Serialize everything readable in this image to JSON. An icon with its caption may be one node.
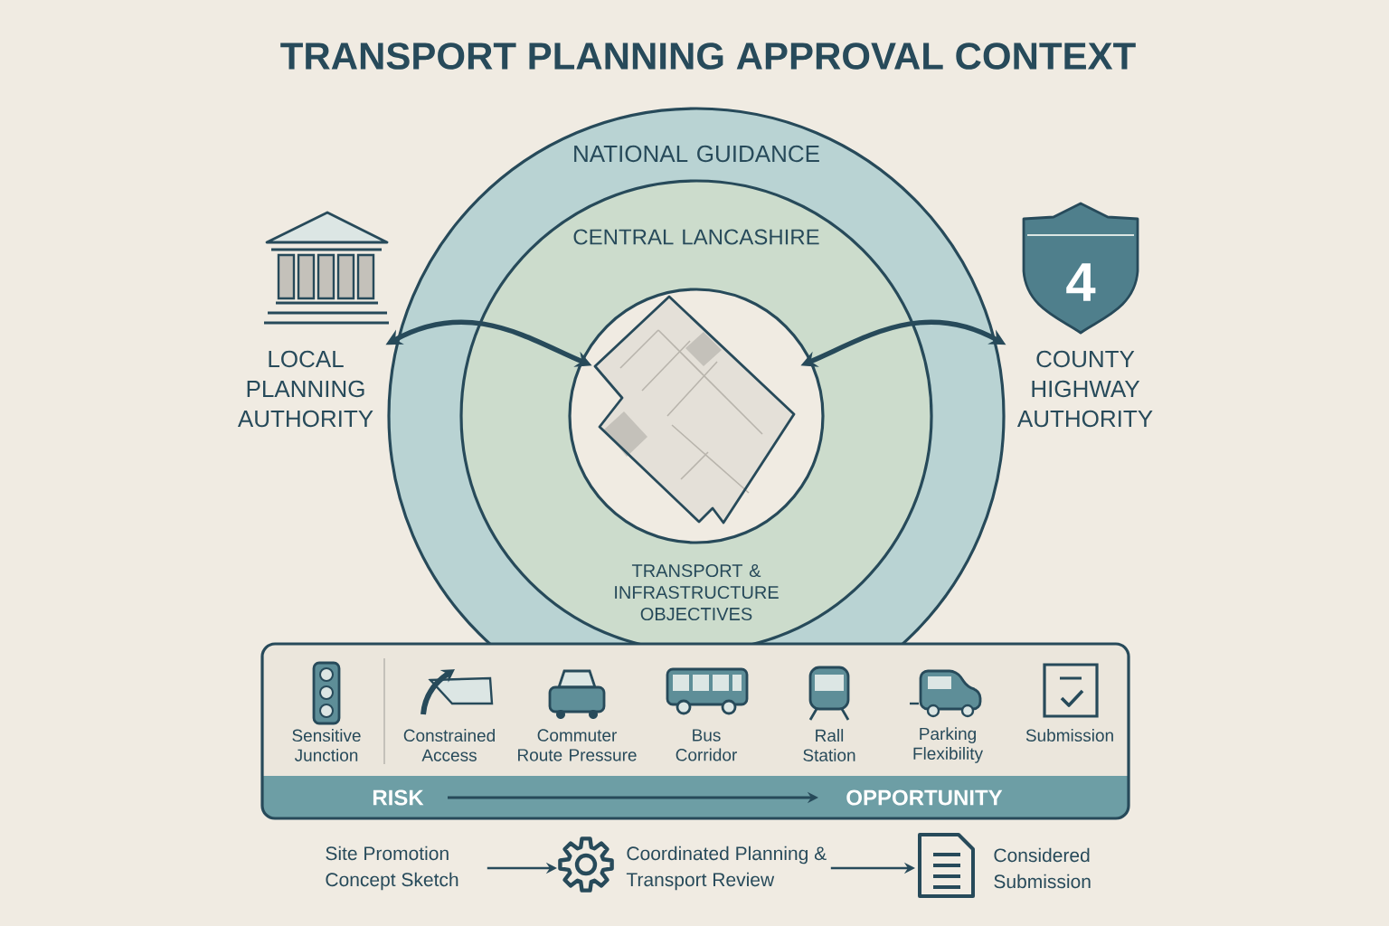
{
  "diagram": {
    "title": "TRANSPORT PLANNING APPROVAL CONTEXT",
    "nodes": [
      {
        "text": [
          "NATIONAL GUIDANCE"
        ]
      },
      {
        "text": [
          "CENTRAL LANCASHIRE",
          "TRANSPORT & INFRASTRUCTURE OBJECTIVES"
        ],
        "in": 0
      },
      {
        "text": [],
        "shape": "picture",
        "in": 1
      },
      {
        "text": [
          "LOCAL PLANNING AUTHORITY"
        ]
      },
      {
        "text": [
          "COUNTY HIGHWAY AUTHORITY"
        ]
      },
      {
        "text": [
          "RISK",
          "OPPORTUNITY"
        ]
      },
      {
        "text": [
          "Site Promotion Concept Sketch"
        ]
      },
      {
        "text": [
          "Coordinated Planning & Transport Review"
        ]
      },
      {
        "text": [
          "Considered Submission"
        ]
      }
    ],
    "edges": [
      {
        "from": 3,
        "to": 2,
        "arrow": "both",
        "style": "thick"
      },
      {
        "from": 4,
        "to": 2,
        "arrow": "both",
        "style": "thick"
      },
      {
        "from": 6,
        "to": 7,
        "arrow": "to"
      },
      {
        "from": 7,
        "to": 8,
        "arrow": "to"
      }
    ],
    "labels": [
      "4",
      "Sensitive Junction",
      "Constrained Access",
      "Commuter Route Pressure",
      "Bus Corridor",
      "Rall Station",
      "Parking Flexibility",
      "Submission"
    ]
  }
}
